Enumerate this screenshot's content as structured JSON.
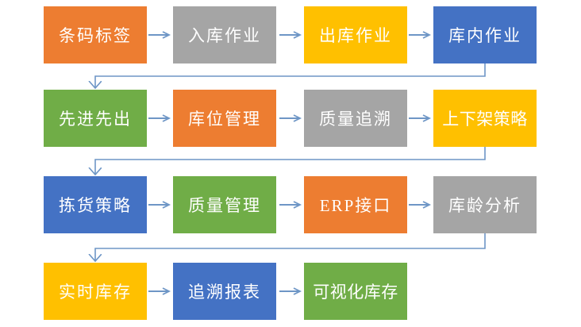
{
  "diagram": {
    "rows": [
      {
        "boxes": [
          {
            "label": "条码标签",
            "color": "orange"
          },
          {
            "label": "入库作业",
            "color": "gray"
          },
          {
            "label": "出库作业",
            "color": "yellow"
          },
          {
            "label": "库内作业",
            "color": "blue"
          }
        ]
      },
      {
        "boxes": [
          {
            "label": "先进先出",
            "color": "green"
          },
          {
            "label": "库位管理",
            "color": "orange"
          },
          {
            "label": "质量追溯",
            "color": "gray"
          },
          {
            "label": "上下架策略",
            "color": "yellow"
          }
        ]
      },
      {
        "boxes": [
          {
            "label": "拣货策略",
            "color": "blue"
          },
          {
            "label": "质量管理",
            "color": "green"
          },
          {
            "label": "ERP接口",
            "color": "orange"
          },
          {
            "label": "库龄分析",
            "color": "gray"
          }
        ]
      },
      {
        "boxes": [
          {
            "label": "实时库存",
            "color": "yellow"
          },
          {
            "label": "追溯报表",
            "color": "blue"
          },
          {
            "label": "可视化库存",
            "color": "green"
          }
        ]
      }
    ],
    "palette": {
      "orange": "#ED7D31",
      "gray": "#A5A5A5",
      "yellow": "#FFC000",
      "blue": "#4472C4",
      "green": "#70AD47",
      "connector": "#6E96C6",
      "text": "#FFFFFF",
      "background": "#FFFFFF"
    }
  }
}
